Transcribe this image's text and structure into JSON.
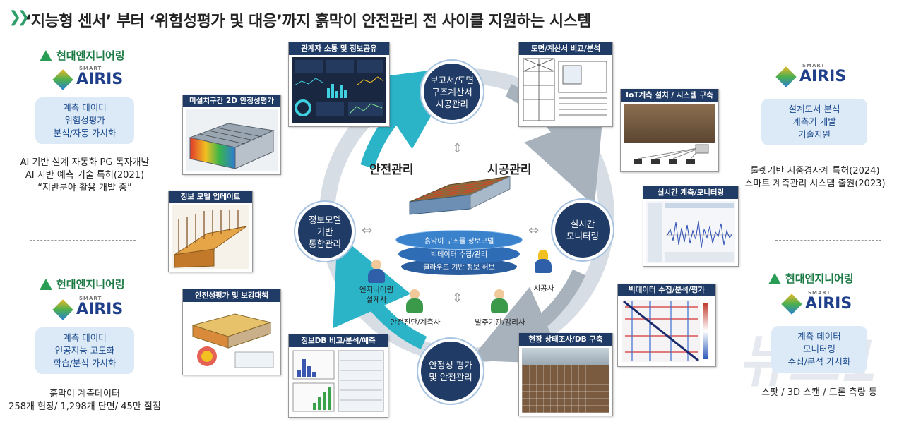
{
  "title": "‘지능형 센서’ 부터 ‘위험성평가 및 대응’까지 흙막이 안전관리 전 사이클 지원하는 시스템",
  "brand": {
    "company": "현대엔지니어링",
    "product": "AIRIS",
    "product_prefix": "SMART"
  },
  "left_top": {
    "box": [
      "계측 데이터",
      "위험성평가",
      "분석/자동 가시화"
    ],
    "note": [
      "AI 기반 설계 자동화 PG 독자개발",
      "AI 지반 예측 기술 특허(2021)",
      "“지반분야 활용 개발 중”"
    ]
  },
  "left_bottom": {
    "box": [
      "계측 데이터",
      "인공지능 고도화",
      "학습/분석 가시화"
    ],
    "note": [
      "흙막이 계측데이터",
      "258개 현장/ 1,298개 단면/ 45만 절점"
    ]
  },
  "right_top": {
    "box": [
      "설계도서 분석",
      "계측기 개발",
      "기술지원"
    ],
    "note": [
      "룰렛기반 지중경사계 특허(2024)",
      "스마트 계측관리 시스템 출원(2023)"
    ]
  },
  "right_bottom": {
    "box": [
      "계측 데이터",
      "모니터링",
      "수집/분석 가시화"
    ],
    "note": [
      "스팟 / 3D 스캔 / 드론 측량 등"
    ]
  },
  "nodes": {
    "top": [
      "보고서/도면",
      "구조계산서",
      "시공관리"
    ],
    "right": [
      "실시간",
      "모니터링"
    ],
    "bottom": [
      "안정성 평가",
      "및 안전관리"
    ],
    "left": [
      "정보모델",
      "기반",
      "통합관리"
    ]
  },
  "center": {
    "left_word": "안전관리",
    "right_word": "시공관리",
    "stack": [
      "흙막이 구조물 정보모델",
      "빅데이터 수집/관리",
      "클라우드 기반 정보 허브"
    ],
    "people": {
      "designer": [
        "엔지니어링",
        "설계사"
      ],
      "contractor": "시공사",
      "inspector": "안전진단/계측사",
      "client": "발주기관/감리사"
    }
  },
  "cards": {
    "c1": "관계자 소통 및 정보공유",
    "c2": "도면/계산서 비교/분석",
    "c3": "IoT계측 설치 / 시스템 구축",
    "c4": "실시간 계측/모니터링",
    "c5": "빅데이터 수집/분석/평가",
    "c6": "현장 상태조사/DB 구축",
    "c7": "정보DB 비교/분석/예측",
    "c8": "안전성평가 및 보강대책",
    "c9": "정보 모델 업데이트",
    "c10": "미설치구간 2D 안정성평가"
  },
  "watermark": "뉴스1",
  "colors": {
    "navy": "#1f3b66",
    "teal": "#2bb3c8",
    "green": "#2a9d55",
    "ring": "#d6dde4"
  }
}
